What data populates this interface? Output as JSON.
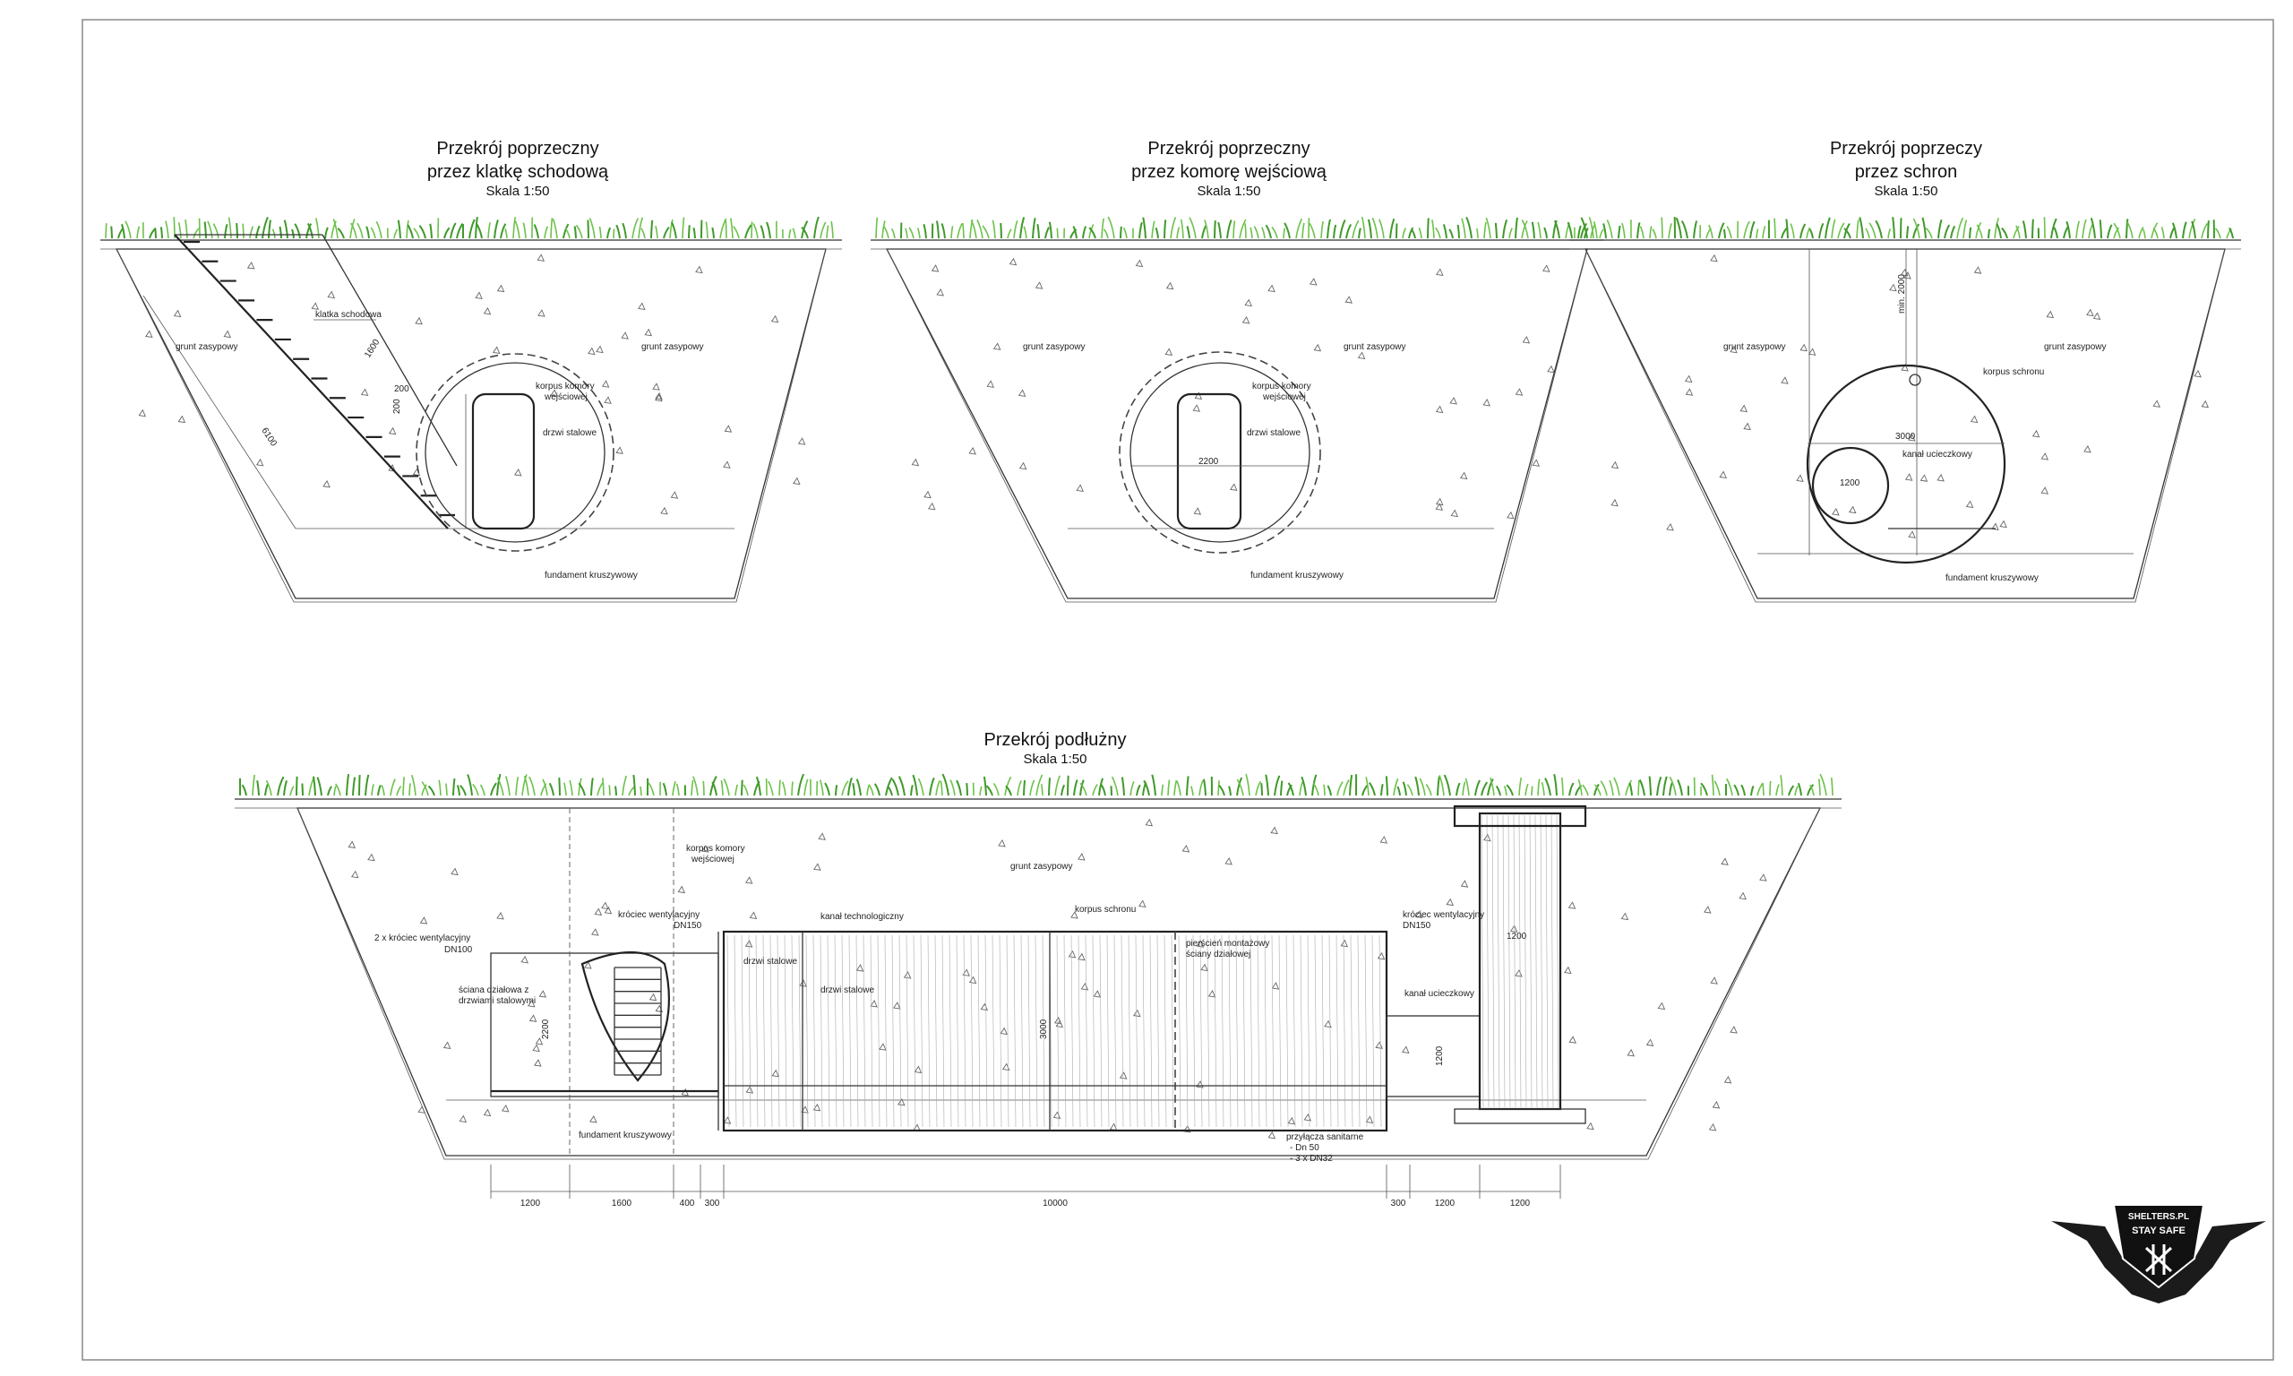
{
  "sections": {
    "cross1": {
      "title1": "Przekrój poprzeczny",
      "title2": "przez klatkę schodową",
      "scale": "Skala 1:50",
      "labels": {
        "stair": "klatka schodowa",
        "soil_left": "grunt zasypowy",
        "soil_right": "grunt zasypowy",
        "body1": "korpus komory",
        "body2": "wejściowej",
        "door": "drzwi stalowe",
        "foundation": "fundament kruszywowy",
        "d1600": "1600",
        "d200a": "200",
        "d200b": "200",
        "d6100": "6100"
      }
    },
    "cross2": {
      "title1": "Przekrój poprzeczny",
      "title2": "przez komorę wejściową",
      "scale": "Skala 1:50",
      "labels": {
        "soil_left": "grunt zasypowy",
        "soil_right": "grunt zasypowy",
        "body1": "korpus komory",
        "body2": "wejściowej",
        "door": "drzwi stalowe",
        "d2200": "2200",
        "foundation": "fundament kruszywowy"
      }
    },
    "cross3": {
      "title1": "Przekrój poprzeczy",
      "title2": "przez schron",
      "scale": "Skala 1:50",
      "labels": {
        "soil_left": "grunt zasypowy",
        "soil_right": "grunt zasypowy",
        "body": "korpus schronu",
        "d3000": "3000",
        "channel": "kanał ucieczkowy",
        "d1200": "1200",
        "min2000": "min. 2000",
        "foundation": "fundament kruszywowy"
      }
    },
    "long": {
      "title": "Przekrój podłużny",
      "scale": "Skala 1:50",
      "labels": {
        "entry_body1": "korpus komory",
        "entry_body2": "wejściowej",
        "soil": "grunt zasypowy",
        "vent_left1": "2 x króciec wentylacyjny",
        "vent_left2": "DN100",
        "vent_mid1": "króciec wentylacyjny",
        "vent_mid2": "DN150",
        "tech": "kanał technologiczny",
        "shelter_body": "korpus schronu",
        "vent_right1": "króciec wentylacyjny",
        "vent_right2": "DN150",
        "door1": "drzwi stalowe",
        "door2": "drzwi stalowe",
        "wall1": "ściana działowa z",
        "wall2": "drzwiami stalowymi",
        "ring1": "pierścień montażowy",
        "ring2": "ściany działowej",
        "escape": "kanał ucieczkowy",
        "foundation": "fundament kruszywowy",
        "san1": "przyłącza sanitarne",
        "san2": "- Dn 50",
        "san3": "- 3 x DN32",
        "h2200": "2200",
        "h3000": "3000",
        "h1200": "1200",
        "w1200top": "1200"
      },
      "dims": [
        "1200",
        "1600",
        "400",
        "300",
        "10000",
        "300",
        "1200",
        "1200"
      ]
    }
  },
  "logo": {
    "top": "SHELTERS.PL",
    "bottom": "STAY SAFE"
  }
}
